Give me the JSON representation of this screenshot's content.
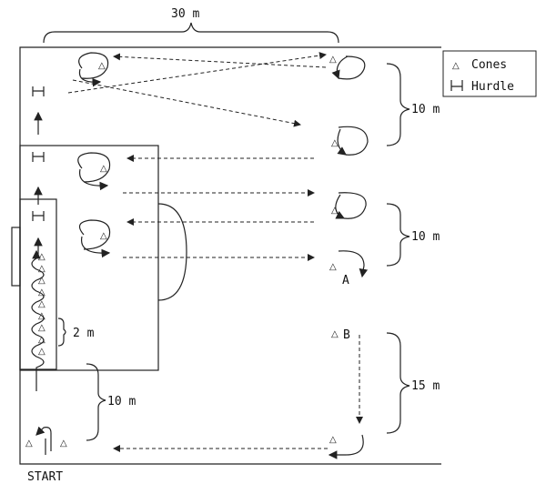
{
  "dimensions": {
    "top_width": "30 m",
    "right_upper": "10 m",
    "right_middle": "10 m",
    "right_lower": "15 m",
    "left_lower": "10 m",
    "slalom_spacing": "2 m"
  },
  "cone_labels": {
    "a": "A",
    "b": "B"
  },
  "start_label": "START",
  "legend": {
    "cones": "Cones",
    "hurdle": "Hurdle"
  },
  "symbols": {
    "cone": "△"
  }
}
